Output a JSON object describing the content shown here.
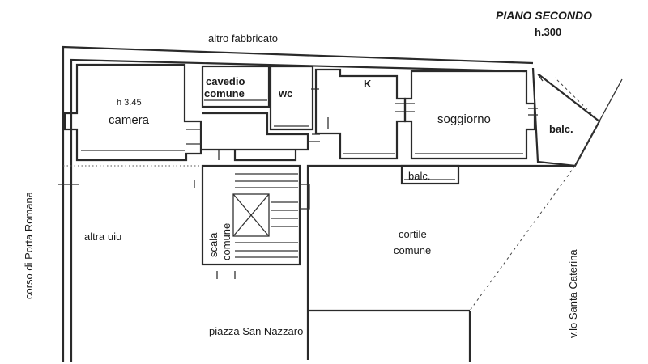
{
  "header": {
    "floor_title": "PIANO SECONDO",
    "floor_height": "h.300"
  },
  "labels": {
    "altro_fabbricato": "altro fabbricato",
    "cavedio_line1": "cavedio",
    "cavedio_line2": "comune",
    "wc": "wc",
    "k": "K",
    "camera_height": "h 3.45",
    "camera": "camera",
    "soggiorno": "soggiorno",
    "balc_right": "balc.",
    "balc_bottom": "balc.",
    "scala_line1": "scala",
    "scala_line2": "comune",
    "altra_uiu": "altra uiu",
    "cortile_line1": "cortile",
    "cortile_line2": "comune",
    "piazza": "piazza San Nazzaro",
    "corso": "corso di Porta Romana",
    "vicolo": "v.lo Santa Caterina"
  }
}
